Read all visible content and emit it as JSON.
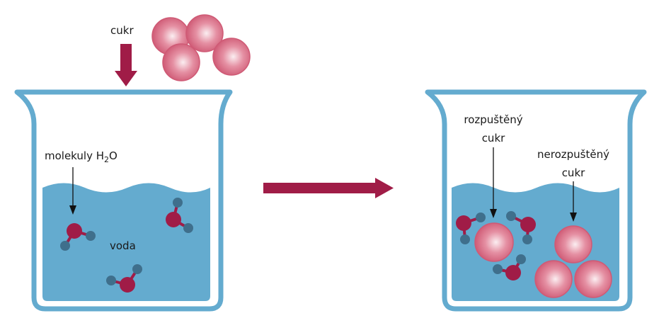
{
  "labels": {
    "sugar_in": "cukr",
    "water_molecules": "molekuly H",
    "water_molecules_sub": "2",
    "water_molecules_end": "O",
    "water": "voda",
    "dissolved_line1": "rozpuštěný",
    "dissolved_line2": "cukr",
    "undissolved_line1": "nerozpuštěný",
    "undissolved_line2": "cukr"
  },
  "colors": {
    "beaker": "#64abcf",
    "water": "#64abcf",
    "oxygen": "#a01c47",
    "hydrogen": "#3f6f8c",
    "arrow": "#a01c47",
    "sugar": "#d9667f"
  }
}
